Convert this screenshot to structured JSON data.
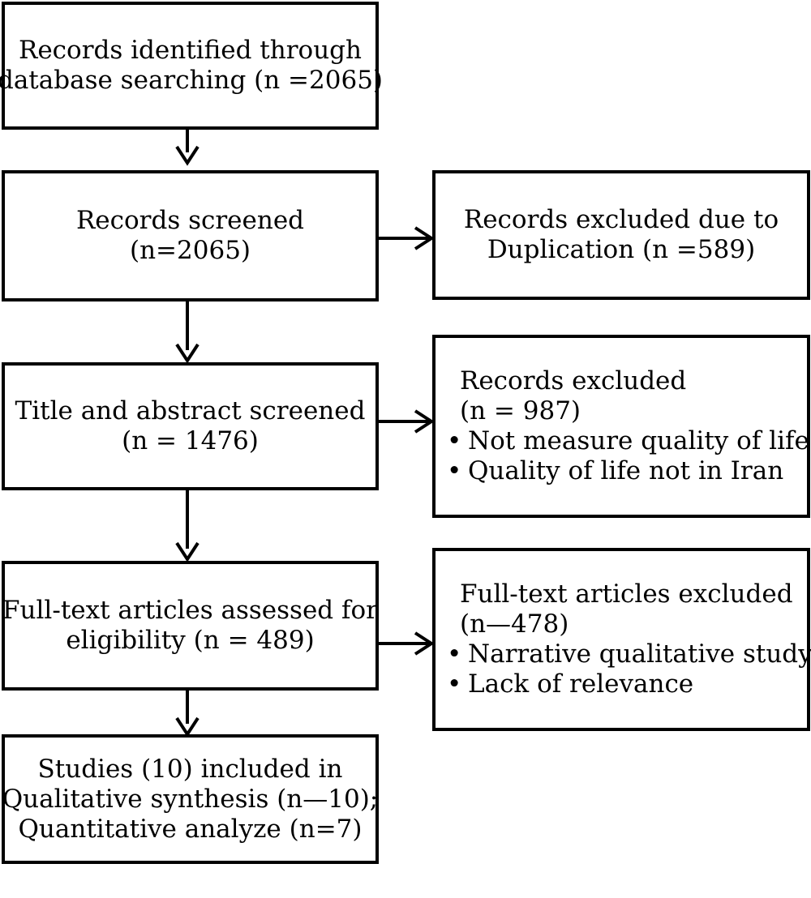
{
  "flow": {
    "identified": {
      "line1": "Records identified through",
      "line2": "database searching (n =2065)"
    },
    "screened": {
      "line1": "Records screened",
      "line2": "(n=2065)"
    },
    "duplicates": {
      "line1": "Records excluded due to",
      "line2": "Duplication (n =589)"
    },
    "title_abstract": {
      "line1": "Title and abstract screened",
      "line2": "(n = 1476)"
    },
    "excluded_records": {
      "line1": "Records excluded",
      "line2": "(n = 987)",
      "reasons": [
        "Not measure quality of life",
        "Quality of life not in Iran"
      ]
    },
    "fulltext": {
      "line1": "Full-text articles assessed for",
      "line2": "eligibility (n = 489)"
    },
    "fulltext_excluded": {
      "line1": "Full-text articles excluded",
      "line2": "(n—478)",
      "reasons": [
        "Narrative qualitative study",
        "Lack of relevance"
      ]
    },
    "included": {
      "line1": "Studies (10) included in",
      "line2": "Qualitative synthesis (n—10);",
      "line3": "Quantitative analyze (n=7)"
    }
  }
}
